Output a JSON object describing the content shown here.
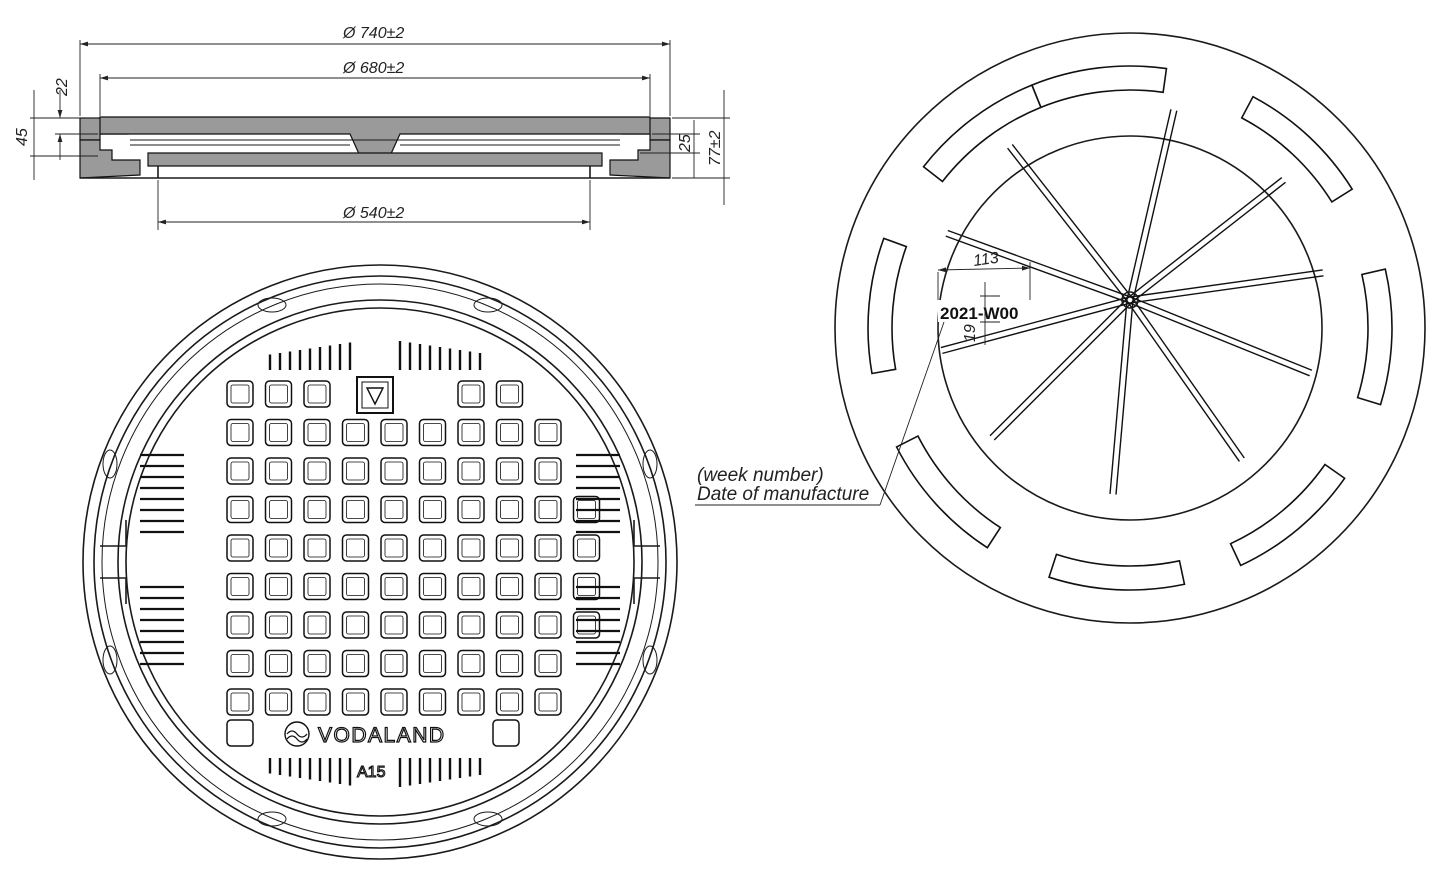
{
  "section_view": {
    "dim_outer_diameter": "Ø 740±2",
    "dim_cover_diameter": "Ø 680±2",
    "dim_inner_diameter": "Ø 540±2",
    "dim_rim_height": "22",
    "dim_cover_height": "45",
    "dim_recess_depth": "25",
    "dim_total_height": "77±2"
  },
  "top_view": {
    "brand": "VODALAND",
    "load_class": "A15",
    "logo_icon": "vodaland-wave-logo-icon",
    "emblem_icon": "certification-emblem-icon"
  },
  "bottom_view": {
    "stamp_text": "2021-W00",
    "dim_stamp_width": "113",
    "dim_stamp_height": "19",
    "note_line1": "(week number)",
    "note_line2": "Date of manufacture"
  }
}
